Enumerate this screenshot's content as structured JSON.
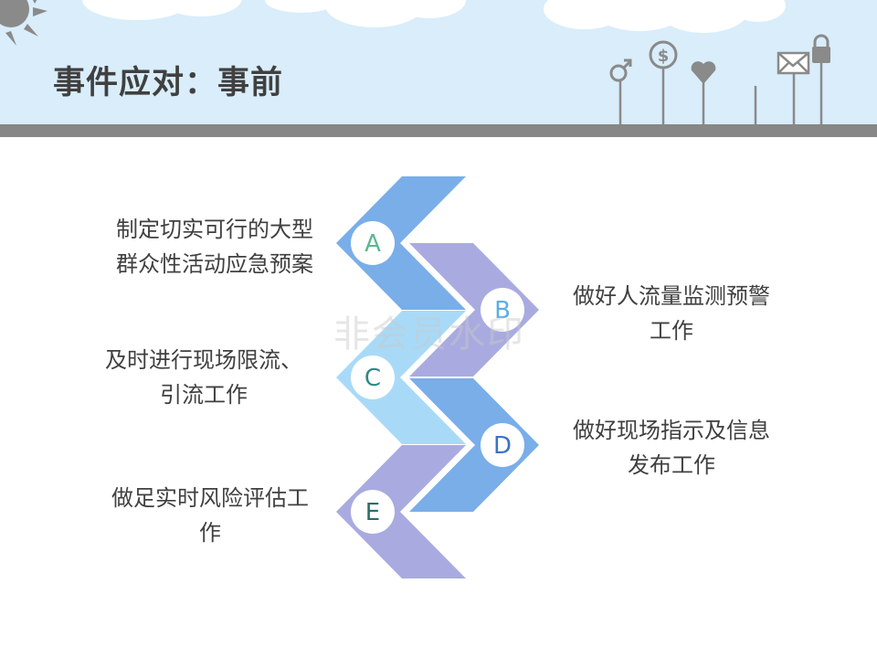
{
  "header": {
    "title": "事件应对：事前",
    "icons": [
      "sun-icon",
      "cloud-icon",
      "male-symbol-icon",
      "dollar-icon",
      "heart-icon",
      "mail-icon",
      "lock-icon"
    ]
  },
  "steps": [
    {
      "letter": "A",
      "text": "制定切实可行的大型群众性活动应急预案",
      "color": "#79aee9",
      "letter_color": "#5bb98e"
    },
    {
      "letter": "B",
      "text": "做好人流量监测预警工作",
      "color": "#a9abe0",
      "letter_color": "#5aaee6"
    },
    {
      "letter": "C",
      "text": "及时进行现场限流、引流工作",
      "color": "#a8daf8",
      "letter_color": "#2f8a87"
    },
    {
      "letter": "D",
      "text": "做好现场指示及信息发布工作",
      "color": "#79aee9",
      "letter_color": "#3a72c8"
    },
    {
      "letter": "E",
      "text": "做足实时风险评估工作",
      "color": "#a9abe0",
      "letter_color": "#2b6e6c"
    }
  ],
  "labels": {
    "a_line1": "制定切实可行的大型",
    "a_line2": "群众性活动应急预案",
    "b_line1": "做好人流量监测预警",
    "b_line2": "工作",
    "c_line1": "及时进行现场限流、",
    "c_line2": "引流工作",
    "d_line1": "做好现场指示及信息",
    "d_line2": "发布工作",
    "e_line1": "做足实时风险评估工",
    "e_line2": "作"
  },
  "watermark": "非会员水印"
}
